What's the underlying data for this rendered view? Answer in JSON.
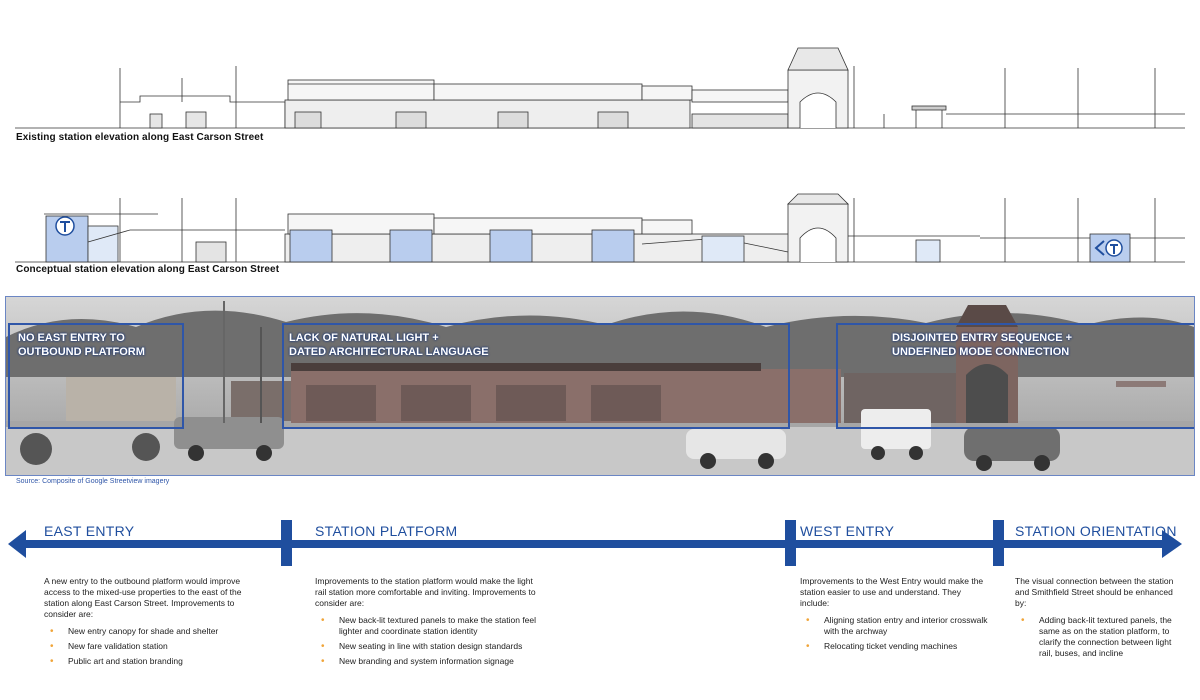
{
  "elevations": {
    "existing_caption": "Existing station elevation along East Carson Street",
    "conceptual_caption": "Conceptual station elevation along East Carson Street"
  },
  "photo": {
    "callouts": [
      {
        "label": "NO EAST ENTRY TO\nOUTBOUND PLATFORM"
      },
      {
        "label": "LACK OF NATURAL LIGHT +\nDATED ARCHITECTURAL LANGUAGE"
      },
      {
        "label": "DISJOINTED ENTRY SEQUENCE +\nUNDEFINED MODE CONNECTION"
      }
    ],
    "source": "Source: Composite of Google Streetview imagery"
  },
  "sections": [
    {
      "title": "EAST ENTRY",
      "intro": "A new entry to the outbound platform would improve access to the mixed-use properties to the east of the station along East Carson Street. Improvements to consider are:",
      "bullets": [
        "New entry canopy for shade and shelter",
        "New fare validation station",
        "Public art and station branding"
      ]
    },
    {
      "title": "STATION PLATFORM",
      "intro": "Improvements to the station platform would make the light rail station more comfortable and inviting. Improvements to consider are:",
      "bullets": [
        "New back-lit textured panels to make the station feel lighter and coordinate station identity",
        "New seating in line with station design standards",
        "New branding and system information signage"
      ]
    },
    {
      "title": "WEST ENTRY",
      "intro": "Improvements to the West Entry would make the station easier to use and understand. They include:",
      "bullets": [
        "Aligning station entry and interior crosswalk with the archway",
        "Relocating ticket vending machines"
      ]
    },
    {
      "title": "STATION ORIENTATION",
      "intro": "The visual connection between the station and Smithfield Street should be enhanced by:",
      "bullets": [
        "Adding back-lit textured panels, the same as on the station platform, to clarify the connection between light rail, buses, and incline"
      ]
    }
  ],
  "colors": {
    "accent": "#1f4e9e",
    "callout_border": "#2f56a8",
    "bullet": "#f0a53a",
    "panel_blue": "#b9cdee"
  },
  "icons": [
    "transit-t-logo-icon",
    "transit-t-arrow-logo-icon"
  ]
}
